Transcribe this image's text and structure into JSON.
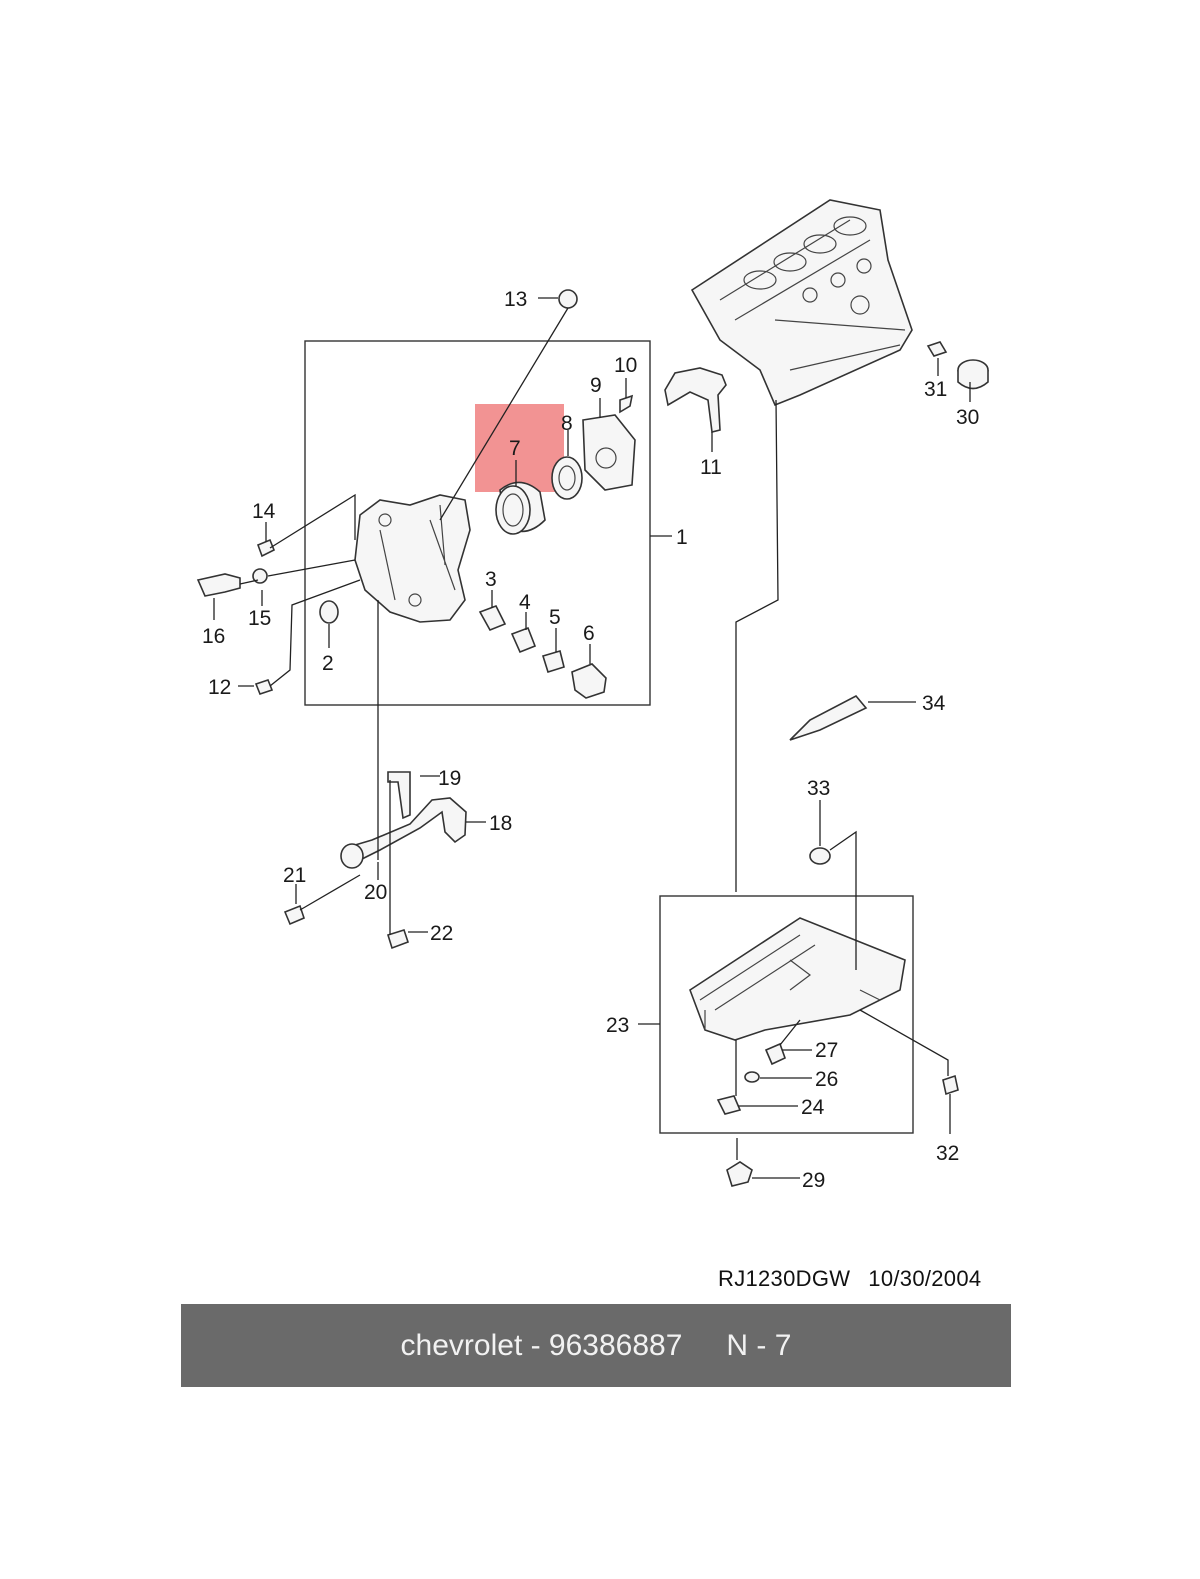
{
  "callouts": [
    "1",
    "2",
    "3",
    "4",
    "5",
    "6",
    "7",
    "8",
    "9",
    "10",
    "11",
    "12",
    "13",
    "14",
    "15",
    "16",
    "18",
    "19",
    "20",
    "21",
    "22",
    "23",
    "24",
    "26",
    "27",
    "29",
    "30",
    "31",
    "32",
    "33",
    "34"
  ],
  "highlight_color": "#f08080",
  "reference": {
    "code": "RJ1230DGW",
    "date": "10/30/2004"
  },
  "banner": {
    "brand_part": "chevrolet - 96386887",
    "page": "N - 7",
    "background": "#6a6a6a"
  }
}
